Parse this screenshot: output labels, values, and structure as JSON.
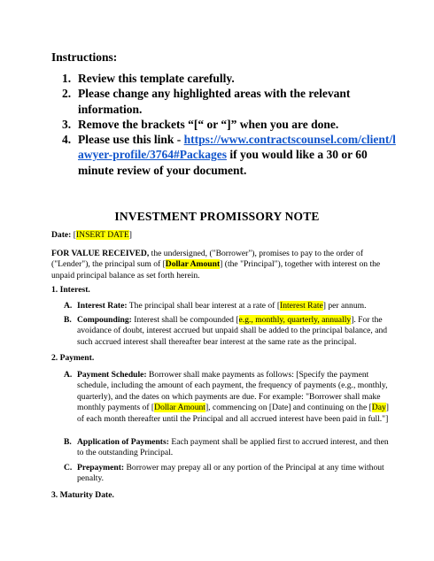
{
  "instructions": {
    "title": "Instructions:",
    "items": [
      {
        "num": "1.",
        "text": "Review this template carefully."
      },
      {
        "num": "2.",
        "text": "Please change any highlighted areas with the relevant information."
      },
      {
        "num": "3.",
        "text": "Remove the brackets “[“ or “]” when you are done."
      },
      {
        "num": "4.",
        "text_before": "Please use this link - ",
        "link": "https://www.contractscounsel.com/client/lawyer-profile/3764#Packages",
        "text_after": " if you would like a 30 or 60 minute review of your document."
      }
    ]
  },
  "document": {
    "title": "INVESTMENT PROMISSORY NOTE",
    "date": {
      "label": "Date:",
      "open": " [",
      "value": "INSERT DATE",
      "close": "]"
    },
    "intro": {
      "lead": "FOR VALUE RECEIVED,",
      "part1": " the undersigned, (\"Borrower\"), promises to pay to the order of (\"Lender\"), the principal sum of [",
      "amount": "Dollar Amount",
      "part2": "] (the \"Principal\"), together with interest on the unpaid principal balance as set forth herein."
    },
    "sections": {
      "interest": {
        "heading": "1. Interest.",
        "a": {
          "letter": "A.",
          "label": "Interest Rate:",
          "pre": " The principal shall bear interest at a rate of [",
          "hl": "Interest Rate",
          "post": "] per annum."
        },
        "b": {
          "letter": "B.",
          "label": "Compounding:",
          "pre": " Interest shall be compounded [",
          "hl": "e.g., monthly, quarterly, annually",
          "post": "]. For the avoidance of doubt, interest accrued but unpaid shall be added to the principal balance, and such accrued interest shall thereafter bear interest at the same rate as the principal."
        }
      },
      "payment": {
        "heading": "2. Payment.",
        "a": {
          "letter": "A.",
          "label": "Payment Schedule:",
          "pre": " Borrower shall make payments as follows: [Specify the payment schedule, including the amount of each payment, the frequency of payments (e.g., monthly, quarterly), and the dates on which payments are due. For example: \"Borrower shall make monthly payments of [",
          "hl": "Dollar Amount",
          "mid": "], commencing on [Date] and continuing on the [",
          "hl2": "Day",
          "post": "] of each month thereafter until the Principal and all accrued interest have been paid in full.\"]"
        },
        "b": {
          "letter": "B.",
          "label": "Application of Payments:",
          "text": " Each payment shall be applied first to accrued interest, and then to the outstanding Principal."
        },
        "c": {
          "letter": "C.",
          "label": "Prepayment:",
          "text": " Borrower may prepay all or any portion of the Principal at any time without penalty."
        }
      },
      "maturity": {
        "heading": "3. Maturity Date."
      }
    }
  }
}
